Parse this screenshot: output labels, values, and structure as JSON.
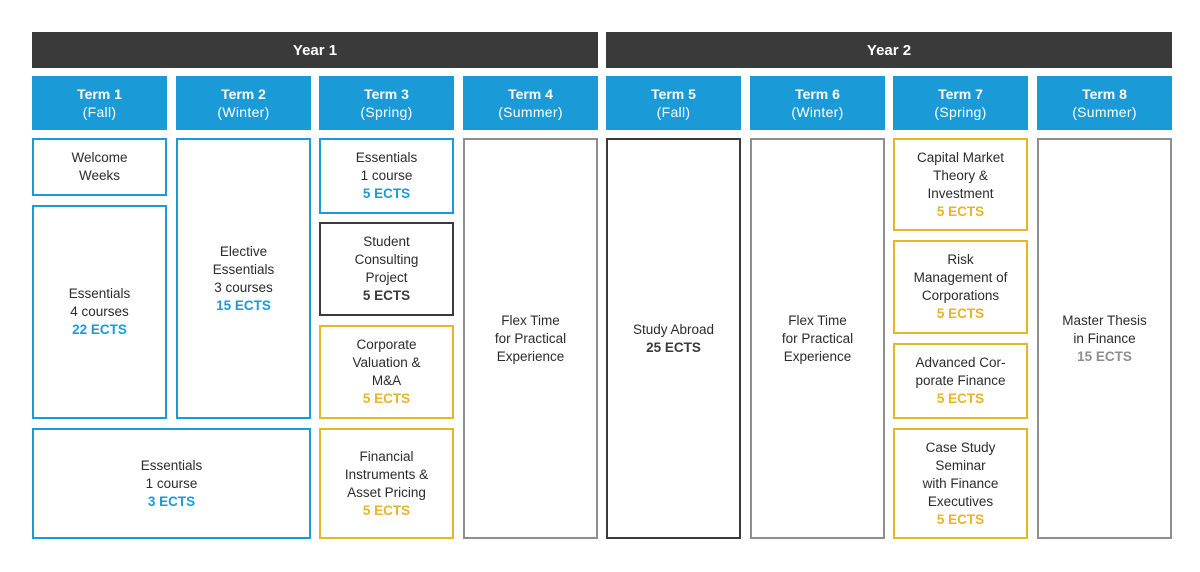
{
  "years": [
    {
      "label": "Year 1"
    },
    {
      "label": "Year 2"
    }
  ],
  "terms": [
    {
      "name": "Term 1",
      "season": "(Fall)"
    },
    {
      "name": "Term 2",
      "season": "(Winter)"
    },
    {
      "name": "Term 3",
      "season": "(Spring)"
    },
    {
      "name": "Term 4",
      "season": "(Summer)"
    },
    {
      "name": "Term 5",
      "season": "(Fall)"
    },
    {
      "name": "Term 6",
      "season": "(Winter)"
    },
    {
      "name": "Term 7",
      "season": "(Spring)"
    },
    {
      "name": "Term 8",
      "season": "(Summer)"
    }
  ],
  "modules": {
    "welcome": {
      "lines": [
        "Welcome",
        "Weeks"
      ]
    },
    "essentials4": {
      "lines": [
        "Essentials",
        "4 courses"
      ],
      "ects": "22 ECTS"
    },
    "essentials1_t1": {
      "lines": [
        "Essentials",
        "1 course"
      ],
      "ects": "3 ECTS"
    },
    "elective": {
      "lines": [
        "Elective",
        "Essentials",
        "3 courses"
      ],
      "ects": "15 ECTS"
    },
    "essentials1_t3": {
      "lines": [
        "Essentials",
        "1 course"
      ],
      "ects": "5 ECTS"
    },
    "consulting": {
      "lines": [
        "Student",
        "Consulting",
        "Project"
      ],
      "ects": "5 ECTS"
    },
    "valuation": {
      "lines": [
        "Corporate",
        "Valuation &",
        "M&A"
      ],
      "ects": "5 ECTS"
    },
    "instruments": {
      "lines": [
        "Financial",
        "Instruments &",
        "Asset Pricing"
      ],
      "ects": "5 ECTS"
    },
    "flex1": {
      "lines": [
        "Flex Time",
        "for Practical",
        "Experience"
      ]
    },
    "abroad": {
      "lines": [
        "Study Abroad"
      ],
      "ects": "25 ECTS"
    },
    "flex2": {
      "lines": [
        "Flex Time",
        "for Practical",
        "Experience"
      ]
    },
    "capital": {
      "lines": [
        "Capital Market",
        "Theory &",
        "Investment"
      ],
      "ects": "5 ECTS"
    },
    "risk": {
      "lines": [
        "Risk",
        "Management of",
        "Corporations"
      ],
      "ects": "5 ECTS"
    },
    "advanced": {
      "lines": [
        "Advanced Cor-",
        "porate Finance"
      ],
      "ects": "5 ECTS"
    },
    "casestudy": {
      "lines": [
        "Case Study",
        "Seminar",
        "with Finance",
        "Executives"
      ],
      "ects": "5 ECTS"
    },
    "thesis": {
      "lines": [
        "Master Thesis",
        "in Finance"
      ],
      "ects": "15 ECTS"
    }
  },
  "colors": {
    "blue": "#1a9ad6",
    "gold": "#e8b525",
    "dark": "#3a3a3a",
    "gray": "#8e8e8e"
  }
}
